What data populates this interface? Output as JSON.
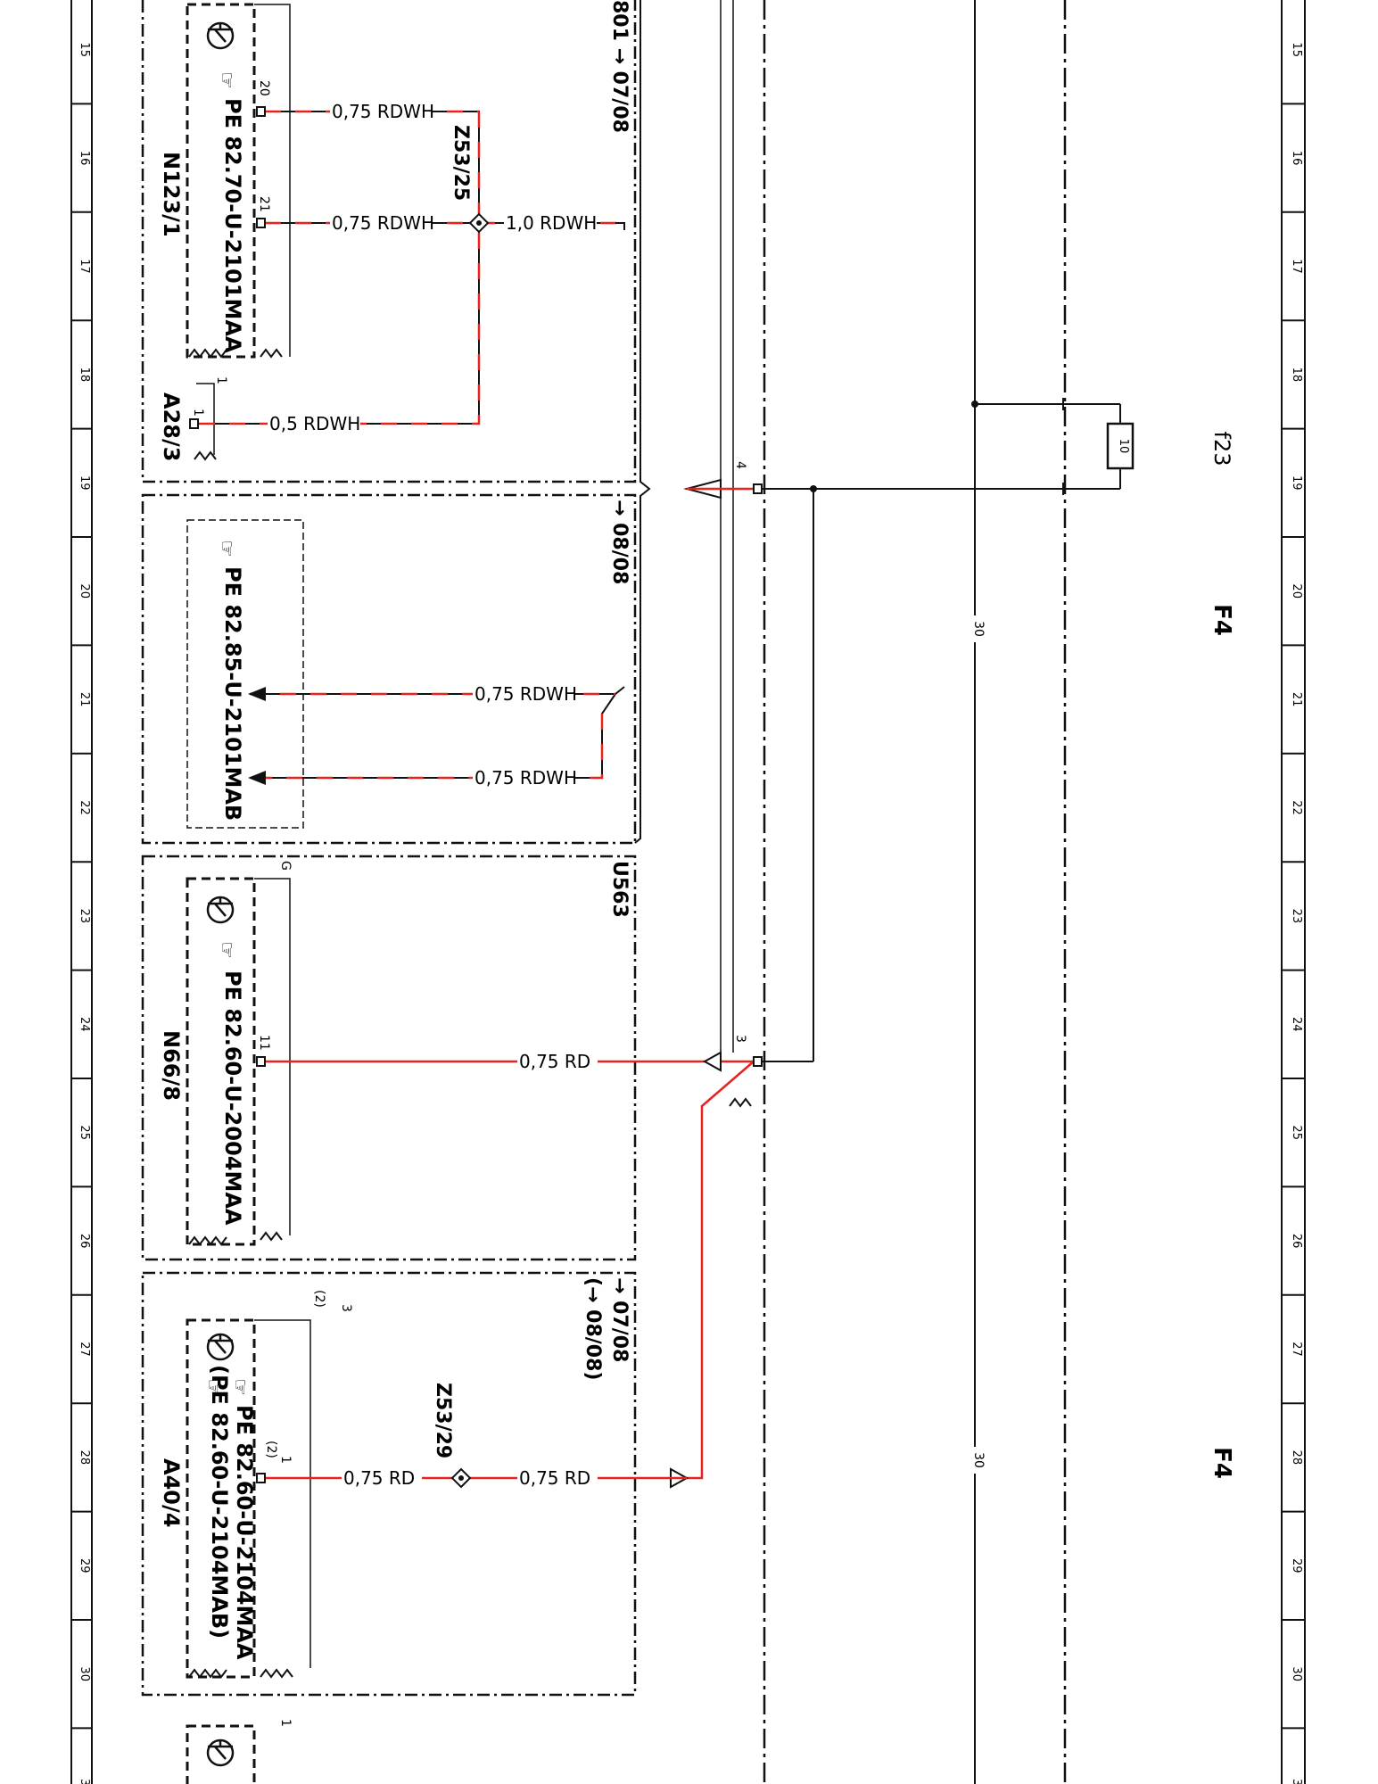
{
  "colors": {
    "wire_red": "#e8231e",
    "line": "#111111",
    "background": "#ffffff"
  },
  "ruler": {
    "numbers": [
      "15",
      "16",
      "17",
      "18",
      "19",
      "20",
      "21",
      "22",
      "23",
      "24",
      "25",
      "26",
      "27",
      "28",
      "29",
      "30",
      "3"
    ]
  },
  "columns": {
    "f4_top": "F4",
    "f4_bottom": "F4",
    "f23": "f23",
    "potential_30_a": "30",
    "potential_30_b": "30"
  },
  "fuse": {
    "label": "10"
  },
  "section_refs": {
    "ref_801_0708": "801 → 07/08",
    "ref_0808_mid": "→ 08/08",
    "ref_0708_low": "→ 07/08",
    "ref_0808_low": "(→ 08/08)",
    "u563": "U563"
  },
  "splices": {
    "z53_25": "Z53/25",
    "z53_29": "Z53/29"
  },
  "connectors": {
    "n123_1": "N123/1",
    "n123_1_pe": "PE 82.70-U-2101MAA",
    "a28_3": "A28/3",
    "pe_mab": "PE 82.85-U-2101MAB",
    "n66_8": "N66/8",
    "n66_8_pe": "PE 82.60-U-2004MAA",
    "a40_4": "A40/4",
    "a40_4_pe1": "PE 82.60-U-2104MAA",
    "a40_4_pe2": "(PE 82.60-U-2104MAB)"
  },
  "pins": {
    "p20": "20",
    "p21": "21",
    "p1_a28": "1",
    "p1_a28_b": "1",
    "p4": "4",
    "p3": "3",
    "pG": "G",
    "p11": "11",
    "p3_a40": "3",
    "p2_a40": "(2)",
    "p1_a40": "1",
    "p2_a40_b": "(2)",
    "p1_bottom": "1"
  },
  "wires": {
    "w1": "0,75 RDWH",
    "w2": "0,75 RDWH",
    "w3": "1,0 RDWH",
    "w4": "0,5 RDWH",
    "w5": "0,75 RDWH",
    "w6": "0,75 RDWH",
    "w7": "0,75 RD",
    "w8": "0,75 RD",
    "w9": "0,75 RD"
  }
}
